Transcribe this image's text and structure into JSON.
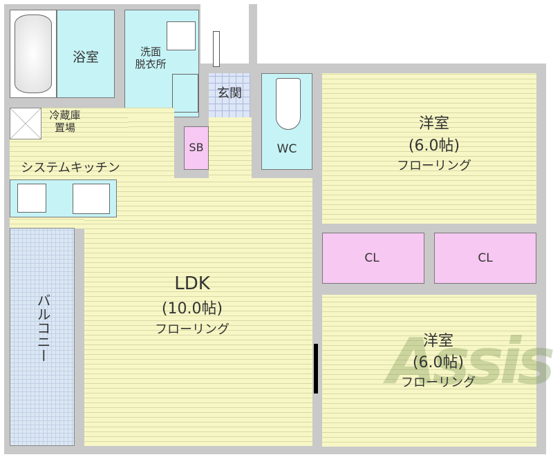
{
  "rooms": {
    "bath": "浴室",
    "washroom": [
      "洗面",
      "脱衣所"
    ],
    "entrance": "玄関",
    "shoe_box": "SB",
    "toilet": "WC",
    "fridge": [
      "冷蔵庫",
      "置場"
    ],
    "kitchen": "システムキッチン",
    "ldk": {
      "name": "LDK",
      "size": "(10.0帖)",
      "floor": "フローリング"
    },
    "western_room_1": {
      "name": "洋室",
      "size": "(6.0帖)",
      "floor": "フローリング"
    },
    "western_room_2": {
      "name": "洋室",
      "size": "(6.0帖)",
      "floor": "フローリング"
    },
    "closet_1": "CL",
    "closet_2": "CL",
    "balcony": "バルコニー"
  },
  "watermark": "Assist",
  "colors": {
    "wall": "#c9c9c9",
    "floor": "#f7f7c6",
    "wet_area": "#c6f3f6",
    "storage": "#f7c8f2",
    "balcony": "#dbe7f3"
  }
}
